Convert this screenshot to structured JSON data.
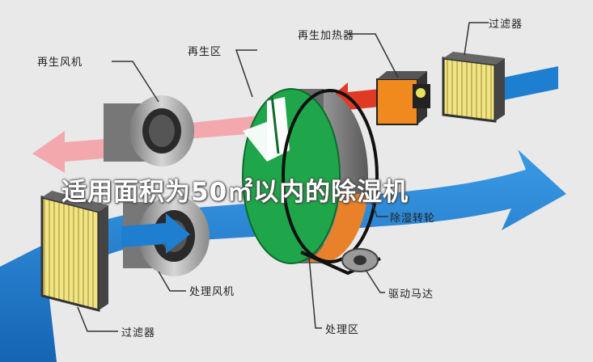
{
  "labels": {
    "regen_fan": "再生风机",
    "regen_zone": "再生区",
    "regen_heater": "再生加热器",
    "filter_top": "过滤器",
    "desiccant_wheel": "除湿转轮",
    "process_fan": "处理风机",
    "drive_motor": "驱动马达",
    "process_zone": "处理区",
    "filter_bottom": "过滤器"
  },
  "overlay_title": "适用面积为50㎡以内的除湿机",
  "colors": {
    "background": "#e9e9e9",
    "process_air": "#1e7ed0",
    "regen_exhaust_air": "#f2a8ad",
    "heated_air": "#e03a24",
    "wheel_face": "#1fa64a",
    "filter_media": "#e8dc7a",
    "heater_body": "#f08a1e"
  }
}
